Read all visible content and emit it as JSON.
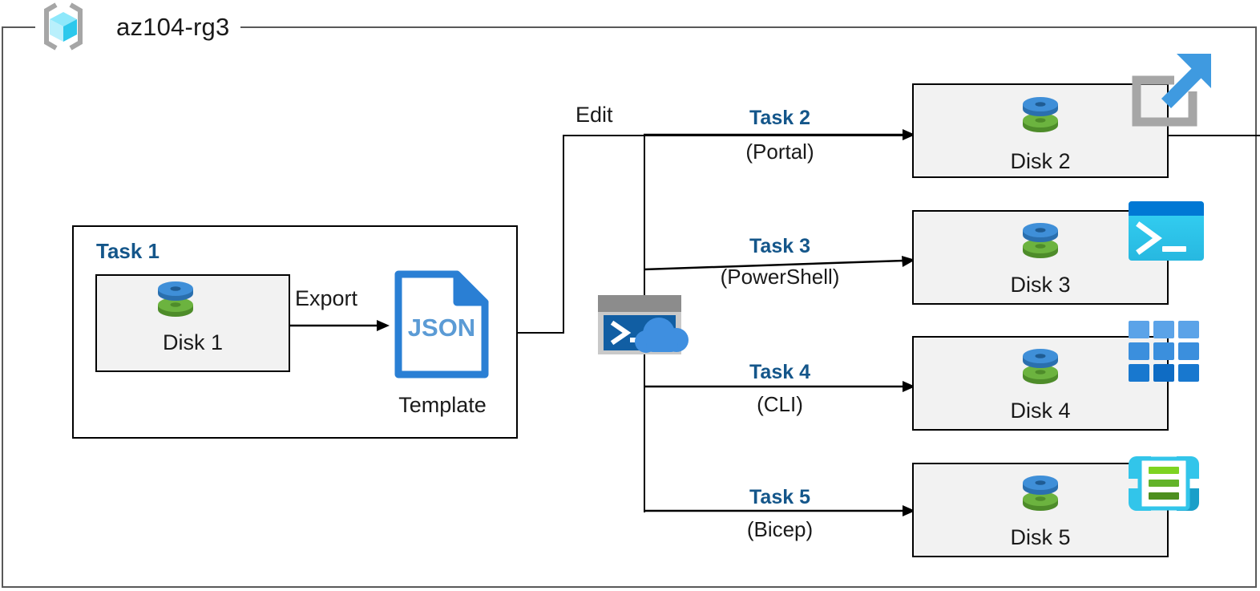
{
  "resource_group": {
    "name": "az104-rg3",
    "icon": "resource-group-icon"
  },
  "task1": {
    "heading": "Task 1",
    "disk": {
      "label": "Disk 1",
      "icon": "managed-disk-icon"
    },
    "export_label": "Export",
    "template": {
      "file_type": "JSON",
      "label": "Template",
      "icon": "json-file-icon"
    }
  },
  "edit": {
    "label": "Edit",
    "cloud_shell_icon": "cloud-shell-icon"
  },
  "branches": [
    {
      "title": "Task 2",
      "subtitle": "(Portal)",
      "target": {
        "label": "Disk 2",
        "icon": "managed-disk-icon"
      },
      "tool_icon": "azure-portal-icon"
    },
    {
      "title": "Task 3",
      "subtitle": "(PowerShell)",
      "target": {
        "label": "Disk 3",
        "icon": "managed-disk-icon"
      },
      "tool_icon": "powershell-icon"
    },
    {
      "title": "Task 4",
      "subtitle": "(CLI)",
      "target": {
        "label": "Disk 4",
        "icon": "managed-disk-icon"
      },
      "tool_icon": "azure-cli-icon"
    },
    {
      "title": "Task 5",
      "subtitle": "(Bicep)",
      "target": {
        "label": "Disk 5",
        "icon": "managed-disk-icon"
      },
      "tool_icon": "bicep-icon"
    }
  ],
  "colors": {
    "task_blue": "#14568a",
    "disk_blue": "#3f8fd8",
    "disk_green": "#6cb33f",
    "json_blue": "#2a7fd4",
    "json_text_blue": "#5b9bd5",
    "powershell_header": "#0078d4",
    "powershell_body": "#29c4ef",
    "cli_blue": "#2a7fd4",
    "bicep_cyan": "#32c5ea",
    "bicep_green": "#6cbf3f",
    "rg_icon_cyan": "#4fd6f5",
    "frame_gray": "#595959",
    "box_fill": "#f2f2f2"
  }
}
